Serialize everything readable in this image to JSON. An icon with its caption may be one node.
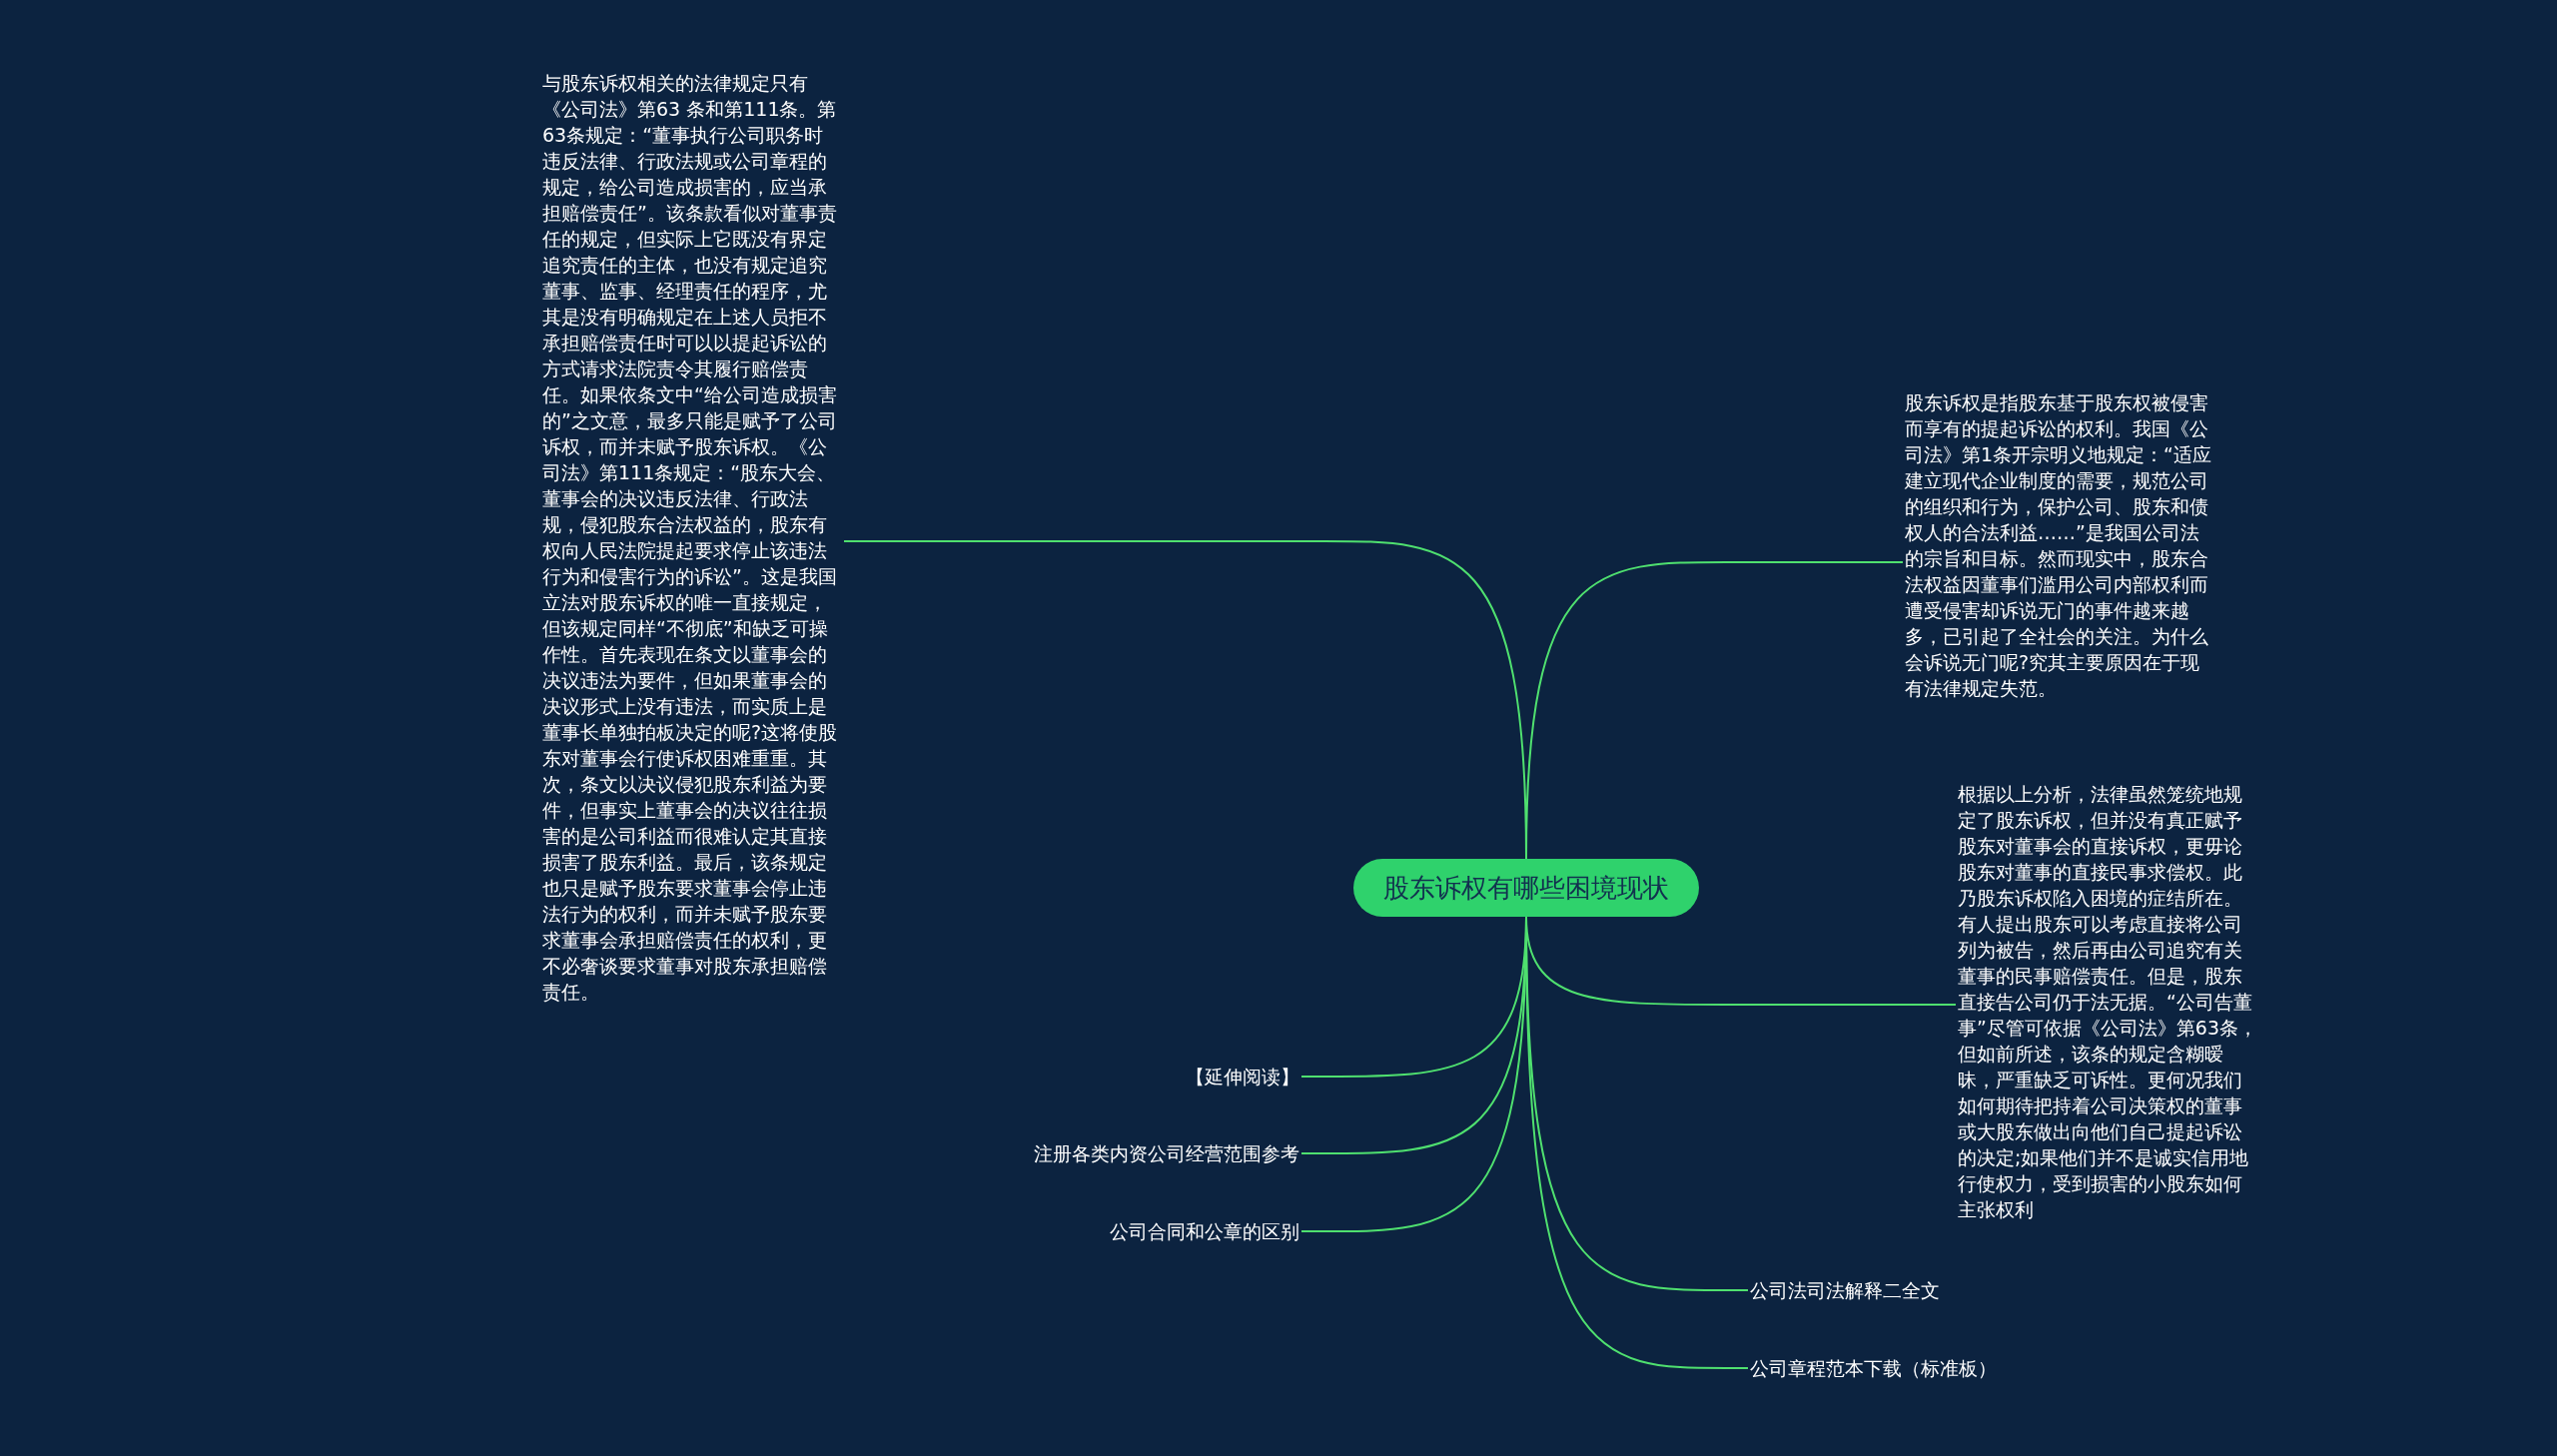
{
  "diagram": {
    "nodes": [
      {
        "text": [
          "股东诉权有哪些困境现状"
        ]
      },
      {
        "text": [
          "与股东诉权相关的法律规定只有《公司法》第63 条和第111条。第63条规定：“董事执行公司职务时违反法律、行政法规或公司章程的规定，给公司造成损害的，应当承担赔偿责任”。该条款看似对董事责任的规定，但实际上它既没有界定追究责任的主体，也没有规定追究董事、监事、经理责任的程序，尤其是没有明确规定在上述人员拒不承担赔偿责任时可以以提起诉讼的方式请求法院责令其履行赔偿责任。如果依条文中“给公司造成损害的”之文意，最多只能是赋予了公司诉权，而并未赋予股东诉权。《公司法》第111条规定：“股东大会、董事会的决议违反法律、行政法规，侵犯股东合法权益的，股东有权向人民法院提起要求停止该违法行为和侵害行为的诉讼”。这是我国立法对股东诉权的唯一直接规定，但该规定同样“不彻底”和缺乏可操作性。首先表现在条文以董事会的决议违法为要件，但如果董事会的决议形式上没有违法，而实质上是董事长单独拍板决定的呢?这将使股东对董事会行使诉权困难重重。其次，条文以决议侵犯股东利益为要件，但事实上董事会的决议往往损害的是公司利益而很难认定其直接损害了股东利益。最后，该条规定也只是赋予股东要求董事会停止违法行为的权利，而并未赋予股东要求董事会承担赔偿责任的权利，更不必奢谈要求董事对股东承担赔偿责任。"
        ]
      },
      {
        "text": [
          "股东诉权是指股东基于股东权被侵害而享有的提起诉讼的权利。我国《公司法》第1条开宗明义地规定：“适应建立现代企业制度的需要，规范公司的组织和行为，保护公司、股东和债权人的合法利益……”是我国公司法的宗旨和目标。然而现实中，股东合法权益因董事们滥用公司内部权利而遭受侵害却诉说无门的事件越来越多，已引起了全社会的关注。为什么会诉说无门呢?究其主要原因在于现有法律规定失范。"
        ]
      },
      {
        "text": [
          "根据以上分析，法律虽然笼统地规定了股东诉权，但并没有真正赋予股东对董事会的直接诉权，更毋论股东对董事的直接民事求偿权。此乃股东诉权陷入困境的症结所在。有人提出股东可以考虑直接将公司列为被告，然后再由公司追究有关董事的民事赔偿责任。但是，股东直接告公司仍于法无据。“公司告董事”尽管可依据《公司法》第63条，但如前所述，该条的规定含糊暧昧，严重缺乏可诉性。更何况我们如何期待把持着公司决策权的董事或大股东做出向他们自己提起诉讼的决定;如果他们并不是诚实信用地行使权力，受到损害的小股东如何主张权利"
        ]
      },
      {
        "text": [
          "【延伸阅读】"
        ]
      },
      {
        "text": [
          "注册各类内资公司经营范围参考"
        ]
      },
      {
        "text": [
          "公司合同和公章的区别"
        ]
      },
      {
        "text": [
          "公司法司法解释二全文"
        ]
      },
      {
        "text": [
          "公司章程范本下载（标准板）"
        ]
      }
    ],
    "edges": [
      {
        "from": 0,
        "to": 1,
        "arrow": "none"
      },
      {
        "from": 0,
        "to": 2,
        "arrow": "none"
      },
      {
        "from": 0,
        "to": 3,
        "arrow": "none"
      },
      {
        "from": 0,
        "to": 4,
        "arrow": "none"
      },
      {
        "from": 0,
        "to": 5,
        "arrow": "none"
      },
      {
        "from": 0,
        "to": 6,
        "arrow": "none"
      },
      {
        "from": 0,
        "to": 7,
        "arrow": "none"
      },
      {
        "from": 0,
        "to": 8,
        "arrow": "none"
      }
    ]
  }
}
